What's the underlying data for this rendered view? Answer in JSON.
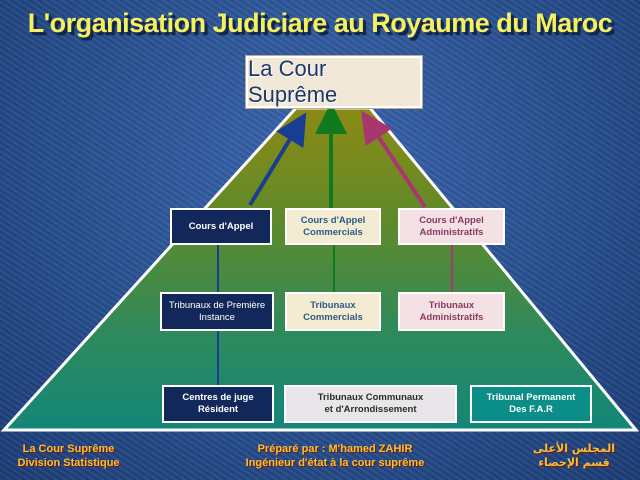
{
  "title": "L'organisation Judiciare au Royaume du Maroc",
  "top_box": "La Cour Suprême",
  "row1": {
    "appel": "Cours d'Appel",
    "appel_commerciales": [
      "Cours d'Appel",
      "Commercials"
    ],
    "appel_administratives": [
      "Cours d'Appel",
      "Administratifs"
    ]
  },
  "row2": {
    "premiere_instance": [
      "Tribunaux de Première",
      "Instance"
    ],
    "commerciaux": [
      "Tribunaux",
      "Commercials"
    ],
    "administratifs": [
      "Tribunaux",
      "Administratifs"
    ]
  },
  "row3": {
    "juge_resident": [
      "Centres de juge",
      "Résident"
    ],
    "communaux": [
      "Tribunaux Communaux",
      "et d'Arrondissement"
    ],
    "permanent": [
      "Tribunal Permanent",
      "Des F.A.R"
    ]
  },
  "footer": {
    "left": [
      "La Cour Suprême",
      "Division Statistique"
    ],
    "center": [
      "Préparé par : M'hamed ZAHIR",
      "Ingénieur d'état à la cour suprême"
    ],
    "right": [
      "المجلس الأعلى",
      "قسم الإحصاء"
    ]
  },
  "colors": {
    "background": "#2a4f92",
    "title": "#f4f060",
    "arrow_blue": "#1a3d94",
    "arrow_green": "#0f7a1e",
    "arrow_pink": "#a8376f",
    "footer_text": "#f2c23a"
  }
}
